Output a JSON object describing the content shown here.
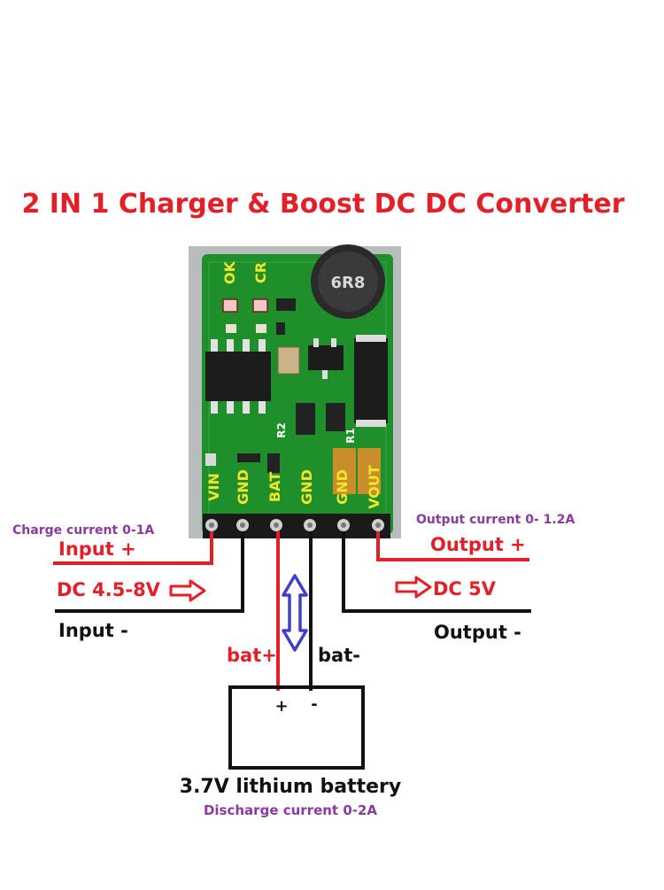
{
  "title": "2 IN 1 Charger & Boost DC DC Converter",
  "colors": {
    "red": "#e32028",
    "black": "#111111",
    "purple": "#8a3b9e",
    "blue": "#3f40c8",
    "pcb_green": "#1f8f2a",
    "silkscreen_yellow": "#f2e52c"
  },
  "board": {
    "top_markings": [
      "OK",
      "CR"
    ],
    "inductor_text": "6R8",
    "components": [
      "R2",
      "R1"
    ],
    "pins": [
      "VIN",
      "GND",
      "BAT",
      "GND",
      "GND",
      "VOUT"
    ]
  },
  "labels": {
    "charge_current": "Charge current 0-1A",
    "input_plus": "Input +",
    "dc_input": "DC 4.5-8V",
    "input_minus": "Input -",
    "output_current": "Output current 0- 1.2A",
    "output_plus": "Output +",
    "dc_output": "DC 5V",
    "output_minus": "Output -",
    "bat_plus": "bat+",
    "bat_minus": "bat-",
    "battery_plus": "+",
    "battery_minus": "-",
    "battery": "3.7V lithium battery",
    "discharge_current": "Discharge current 0-2A"
  },
  "icons": [
    "arrow-right-icon",
    "double-arrow-vertical-icon"
  ]
}
